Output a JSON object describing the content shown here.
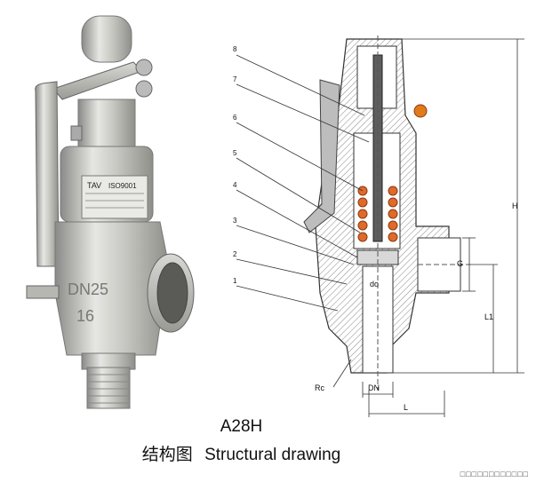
{
  "photo": {
    "nameplate_lines": [
      "TAV",
      "ISO9001"
    ],
    "body_marks": [
      "DN25",
      "16"
    ]
  },
  "drawing": {
    "part_labels": [
      "8",
      "7",
      "6",
      "5",
      "4",
      "3",
      "2",
      "1"
    ],
    "dimension_labels": {
      "H": "H",
      "G": "G",
      "L1": "L1",
      "do": "do",
      "Rc": "Rc",
      "DN": "DN",
      "L": "L"
    }
  },
  "caption": {
    "model": "A28H",
    "title_cn": "结构图",
    "title_en": "Structural drawing"
  },
  "watermark": "□□□□□□□□□□□□"
}
